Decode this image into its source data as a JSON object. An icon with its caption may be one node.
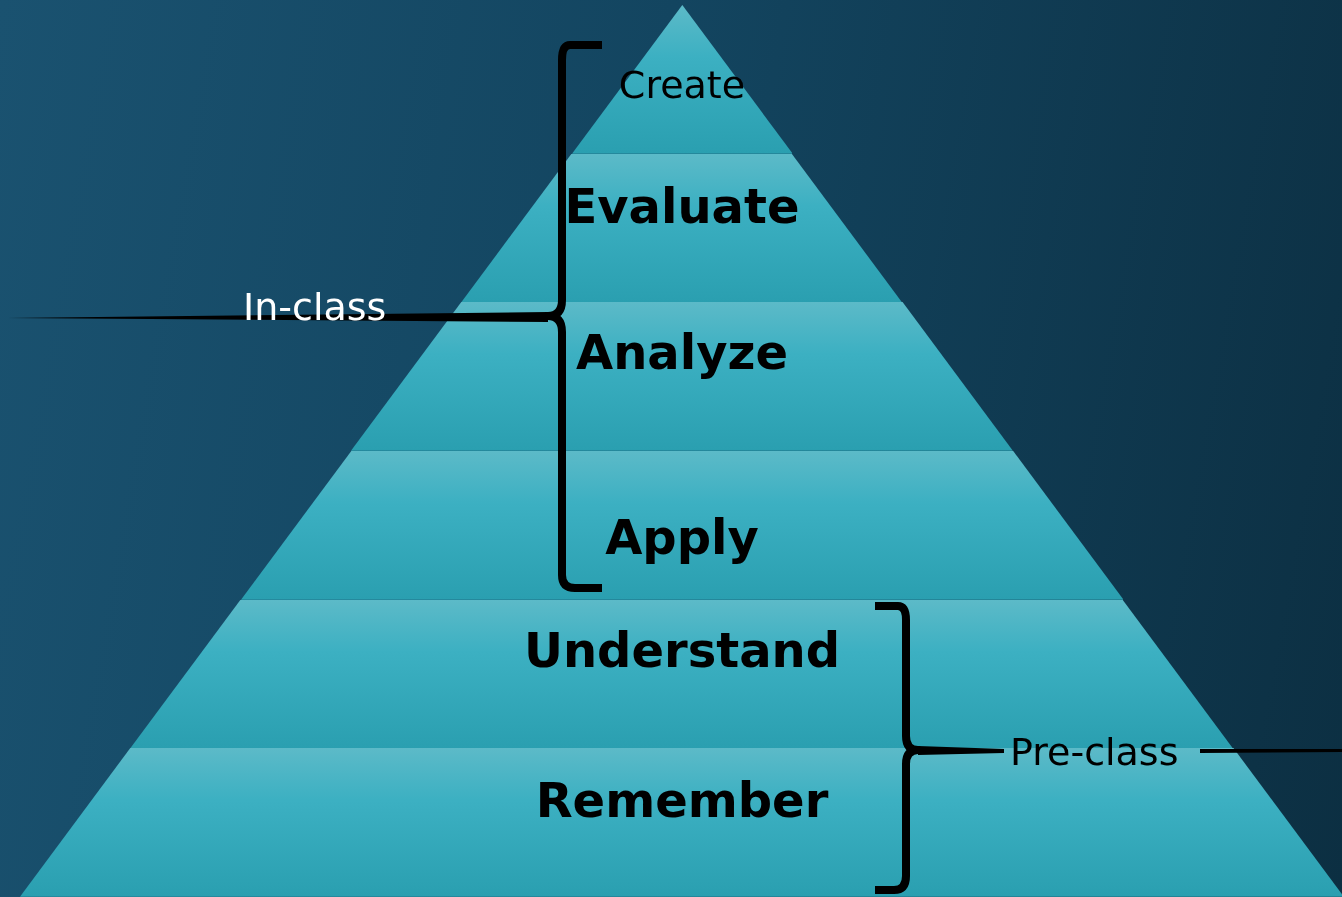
{
  "diagram": {
    "nodes": [
      {
        "text": [
          "Create"
        ]
      },
      {
        "text": [
          "Evaluate"
        ]
      },
      {
        "text": [
          "Analyze"
        ]
      },
      {
        "text": [
          "Apply"
        ]
      },
      {
        "text": [
          "Understand"
        ]
      },
      {
        "text": [
          "Remember"
        ]
      }
    ],
    "labels": [
      "In-class",
      "Pre-class"
    ]
  }
}
